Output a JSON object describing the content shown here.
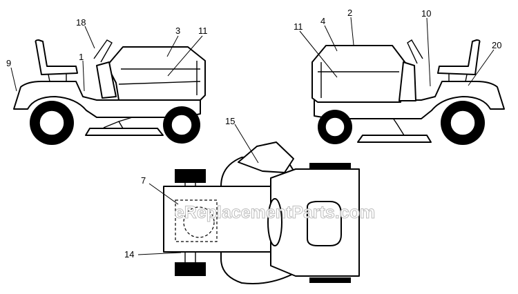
{
  "watermark": "eReplacementParts.com",
  "callouts": [
    {
      "id": "c18-left",
      "label": "18"
    },
    {
      "id": "c3",
      "label": "3"
    },
    {
      "id": "c11-left",
      "label": "11"
    },
    {
      "id": "c9",
      "label": "9"
    },
    {
      "id": "c1",
      "label": "1"
    },
    {
      "id": "c11-right",
      "label": "11"
    },
    {
      "id": "c4",
      "label": "4"
    },
    {
      "id": "c2",
      "label": "2"
    },
    {
      "id": "c10",
      "label": "10"
    },
    {
      "id": "c20",
      "label": "20"
    },
    {
      "id": "c15",
      "label": "15"
    },
    {
      "id": "c7",
      "label": "7"
    },
    {
      "id": "c14",
      "label": "14"
    }
  ]
}
